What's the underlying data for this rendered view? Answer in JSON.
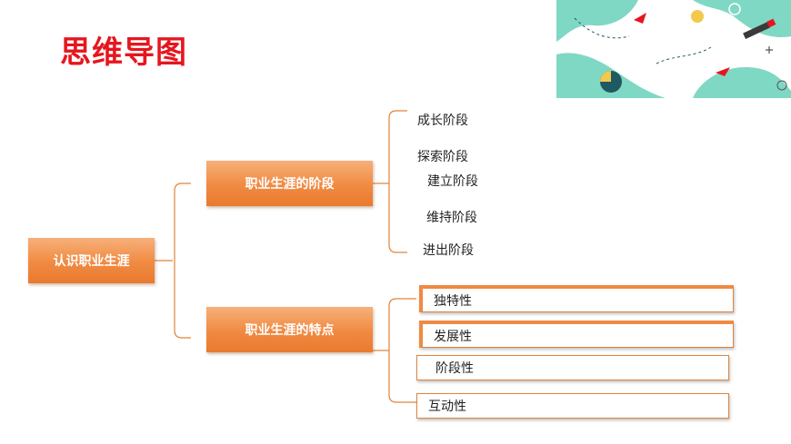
{
  "title": "思维导图",
  "colors": {
    "accent": "#f08a42",
    "title": "#e6161e",
    "line": "#e0843c"
  },
  "mindmap": {
    "root": "认识职业生涯",
    "branches": [
      {
        "label": "职业生涯的阶段",
        "children": [
          "成长阶段",
          "探索阶段",
          "建立阶段",
          "维持阶段",
          "进出阶段"
        ]
      },
      {
        "label": "职业生涯的特点",
        "children": [
          "独特性",
          "发展性",
          "阶段性",
          "互动性"
        ]
      }
    ]
  }
}
